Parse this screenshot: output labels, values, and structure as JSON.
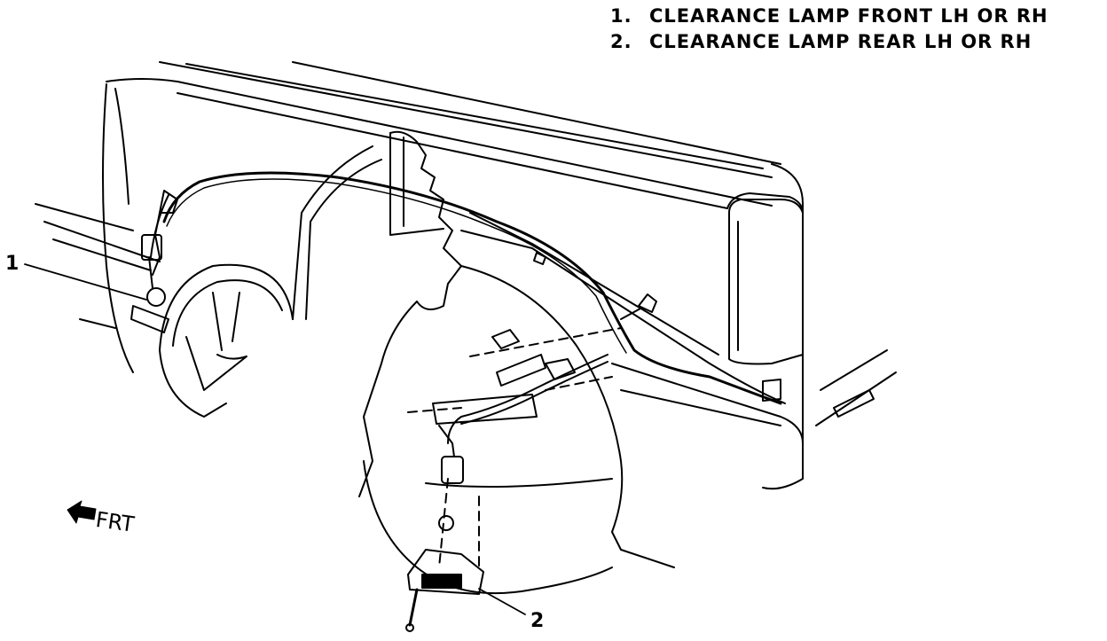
{
  "legend": {
    "items": [
      {
        "number": "1.",
        "label": "CLEARANCE LAMP FRONT LH OR RH"
      },
      {
        "number": "2.",
        "label": "CLEARANCE LAMP REAR LH OR RH"
      }
    ]
  },
  "callouts": {
    "front_lamp": "1",
    "rear_lamp": "2"
  },
  "direction": {
    "label": "FRT",
    "icon": "arrow-left-icon"
  }
}
